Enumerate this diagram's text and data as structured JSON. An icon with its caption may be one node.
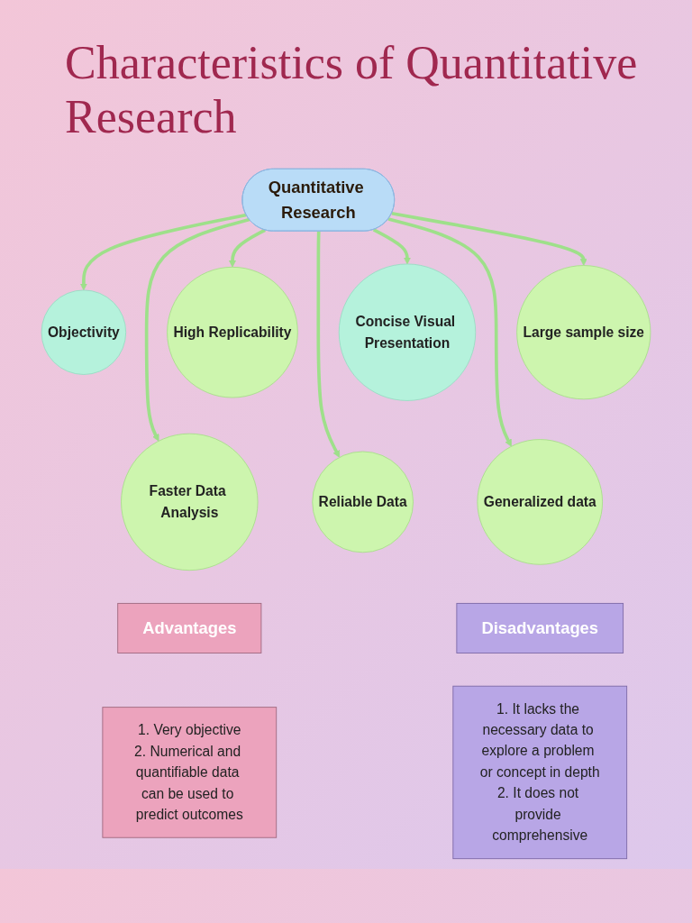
{
  "diagram": {
    "title": "Characteristics of Quantitative Research",
    "nodes": [
      {
        "text": [
          "Quantitative Research"
        ]
      },
      {
        "text": [
          "Objectivity"
        ]
      },
      {
        "text": [
          "High Replicability"
        ]
      },
      {
        "text": [
          "Concise Visual Presentation"
        ]
      },
      {
        "text": [
          "Large sample size"
        ]
      },
      {
        "text": [
          "Faster Data Analysis"
        ]
      },
      {
        "text": [
          "Reliable Data"
        ]
      },
      {
        "text": [
          "Generalized data"
        ]
      },
      {
        "text": [
          "Advantages"
        ]
      },
      {
        "text": [
          "Disadvantages"
        ]
      },
      {
        "text": [
          "1. Very objective",
          "2. Numerical and quantifiable data can be used to predict outcomes"
        ]
      },
      {
        "text": [
          "1. It lacks the necessary data to explore a problem or concept in depth",
          "2. It does not provide comprehensive"
        ]
      }
    ],
    "edges": [
      {
        "from": 0,
        "to": 1,
        "arrow": "to"
      },
      {
        "from": 0,
        "to": 2,
        "arrow": "to"
      },
      {
        "from": 0,
        "to": 3,
        "arrow": "to"
      },
      {
        "from": 0,
        "to": 4,
        "arrow": "to"
      },
      {
        "from": 0,
        "to": 5,
        "arrow": "to"
      },
      {
        "from": 0,
        "to": 6,
        "arrow": "to"
      },
      {
        "from": 0,
        "to": 7,
        "arrow": "to"
      }
    ]
  }
}
